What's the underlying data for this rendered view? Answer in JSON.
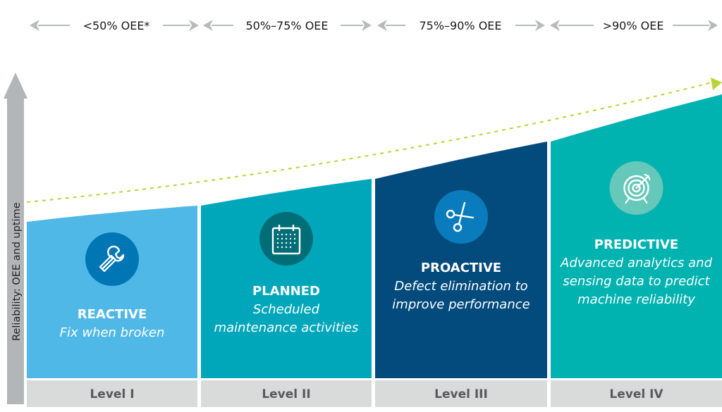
{
  "ranges": [
    {
      "label": "<50% OEE*"
    },
    {
      "label": "50%–75% OEE"
    },
    {
      "label": "75%–90% OEE"
    },
    {
      "label": ">90% OEE"
    }
  ],
  "axis": {
    "label": "Reliability: OEE and uptime"
  },
  "stages": [
    {
      "title": "REACTIVE",
      "desc": [
        "Fix when broken"
      ],
      "level": "Level I",
      "icon": "wrench-icon",
      "color": "#50b8e7",
      "icon_bg": "#0077b4"
    },
    {
      "title": "PLANNED",
      "desc": [
        "Scheduled",
        "maintenance activities"
      ],
      "level": "Level II",
      "icon": "calendar-icon",
      "color": "#00a7bb",
      "icon_bg": "#006e77"
    },
    {
      "title": "PROACTIVE",
      "desc": [
        "Defect elimination to",
        "improve performance"
      ],
      "level": "Level III",
      "icon": "scissors-icon",
      "color": "#034b7d",
      "icon_bg": "#0a7cbd"
    },
    {
      "title": "PREDICTIVE",
      "desc": [
        "Advanced analytics and",
        "sensing data to predict",
        "machine reliability"
      ],
      "level": "Level IV",
      "icon": "target-icon",
      "color": "#00b3b0",
      "icon_bg": "#66c8b9"
    }
  ],
  "colors": {
    "range_arrow": "#b7babc",
    "axis_arrow": "#b3b6b8",
    "trend_line": "#b9d532",
    "level_bg": "#d9dbda",
    "level_text": "#555a5c"
  }
}
